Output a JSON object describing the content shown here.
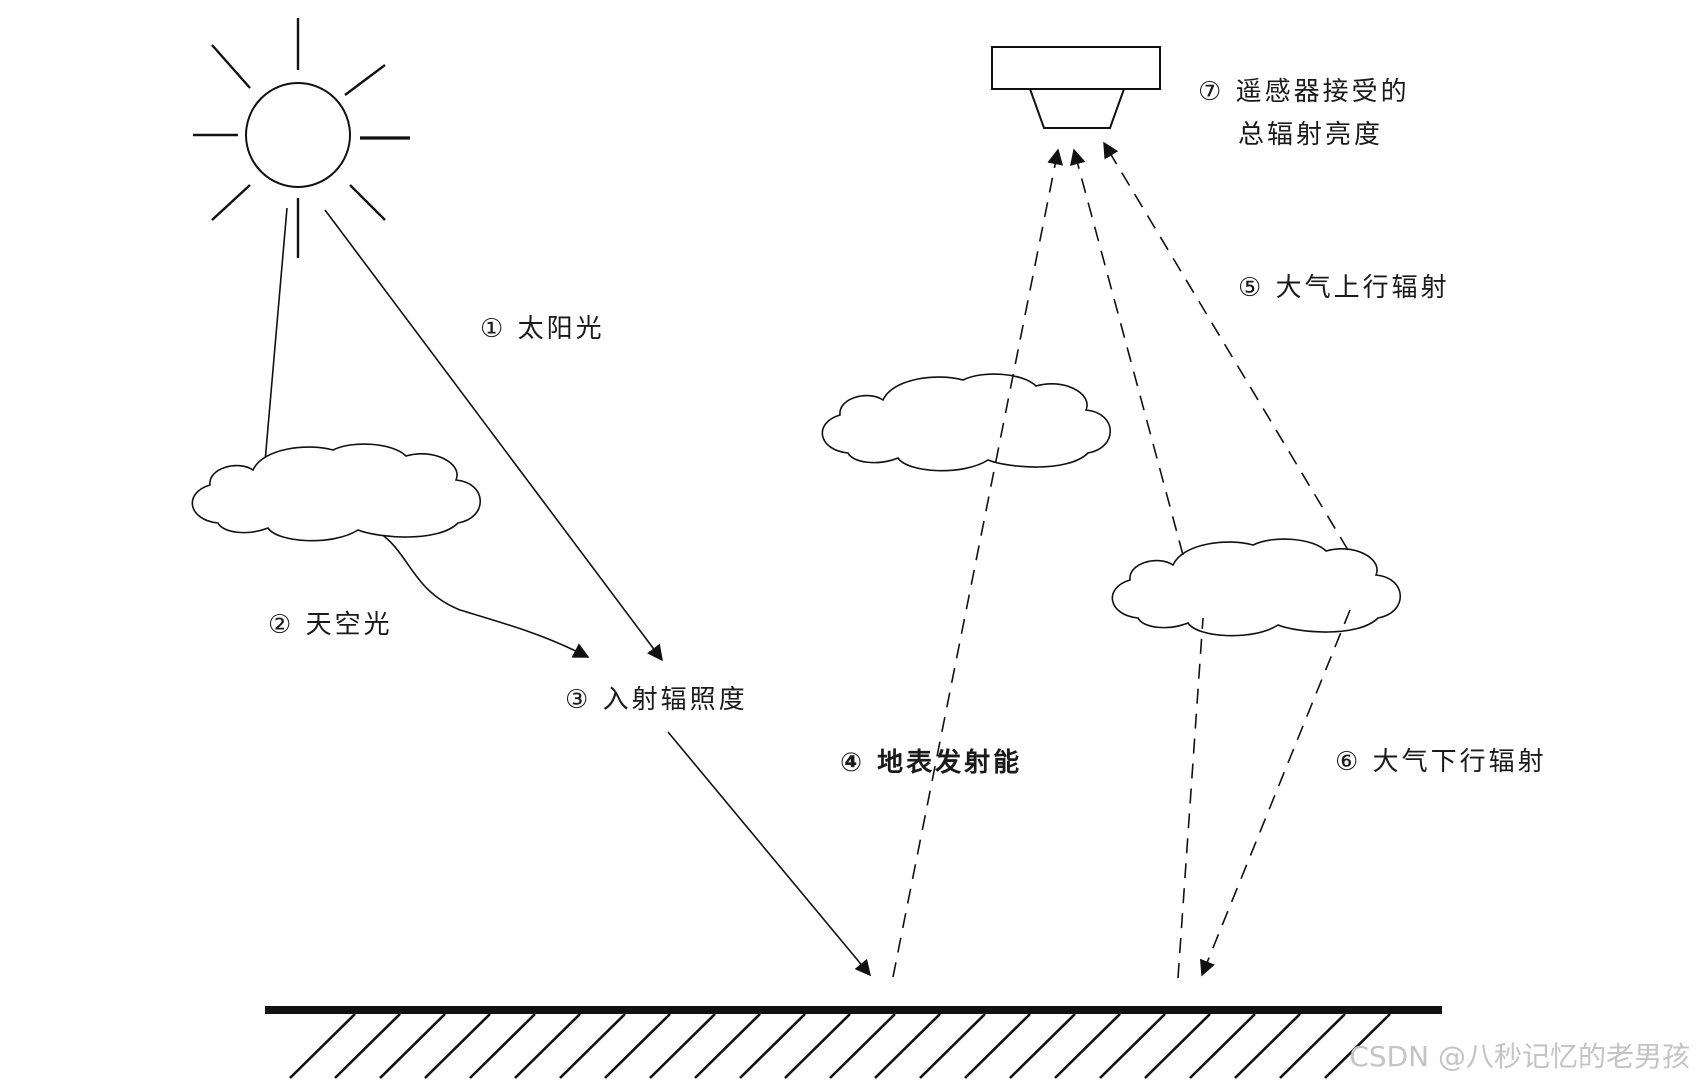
{
  "labels": {
    "sunlight": "① 太阳光",
    "skylight": "② 天空光",
    "incident_irradiance": "③ 入射辐照度",
    "surface_emission": "④ 地表发射能",
    "upwelling_radiation": "⑤ 大气上行辐射",
    "downwelling_radiation": "⑥ 大气下行辐射",
    "sensor_line1": "⑦ 遥感器接受的",
    "sensor_line2": "总辐射亮度"
  },
  "watermark": "CSDN @八秒记忆的老男孩",
  "icons": [
    "sun-icon",
    "cloud-icon",
    "sensor-icon",
    "ground-icon"
  ],
  "colors": {
    "ink": "#111111",
    "background": "#ffffff",
    "watermark": "#c4c4c4"
  }
}
